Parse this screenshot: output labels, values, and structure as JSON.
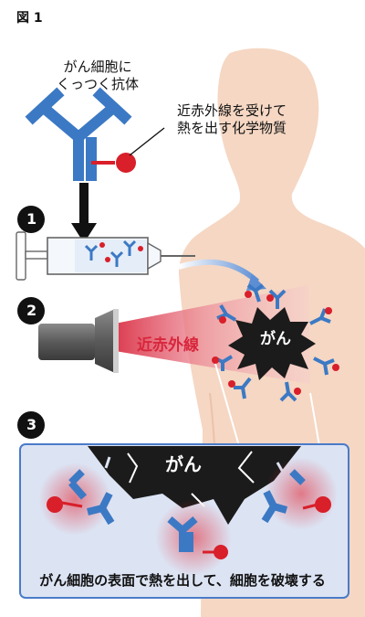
{
  "figure": {
    "label": "図 1",
    "antibody_caption_line1": "がん細胞に",
    "antibody_caption_line2": "くっつく抗体",
    "chemical_caption_line1": "近赤外線を受けて",
    "chemical_caption_line2": "熱を出す化学物質",
    "step_numbers": [
      "1",
      "2",
      "3"
    ],
    "near_infrared_label": "近赤外線",
    "cancer_label": "がん",
    "bottom_caption": "がん細胞の表面で熱を出して、細胞を破壊する"
  },
  "colors": {
    "antibody_blue": "#3c79c4",
    "chemical_red": "#d81f2a",
    "skin": "#f5d7c3",
    "panel_fill": "#dce4f4",
    "panel_border": "#4a7bc8",
    "light_beam": "#e77a86",
    "cancer": "#1b1b1b"
  },
  "icons": [
    "antibody-icon",
    "chemical-dot-icon",
    "syringe-icon",
    "arrow-down-icon",
    "flashlight-icon",
    "cancer-cell-icon"
  ]
}
